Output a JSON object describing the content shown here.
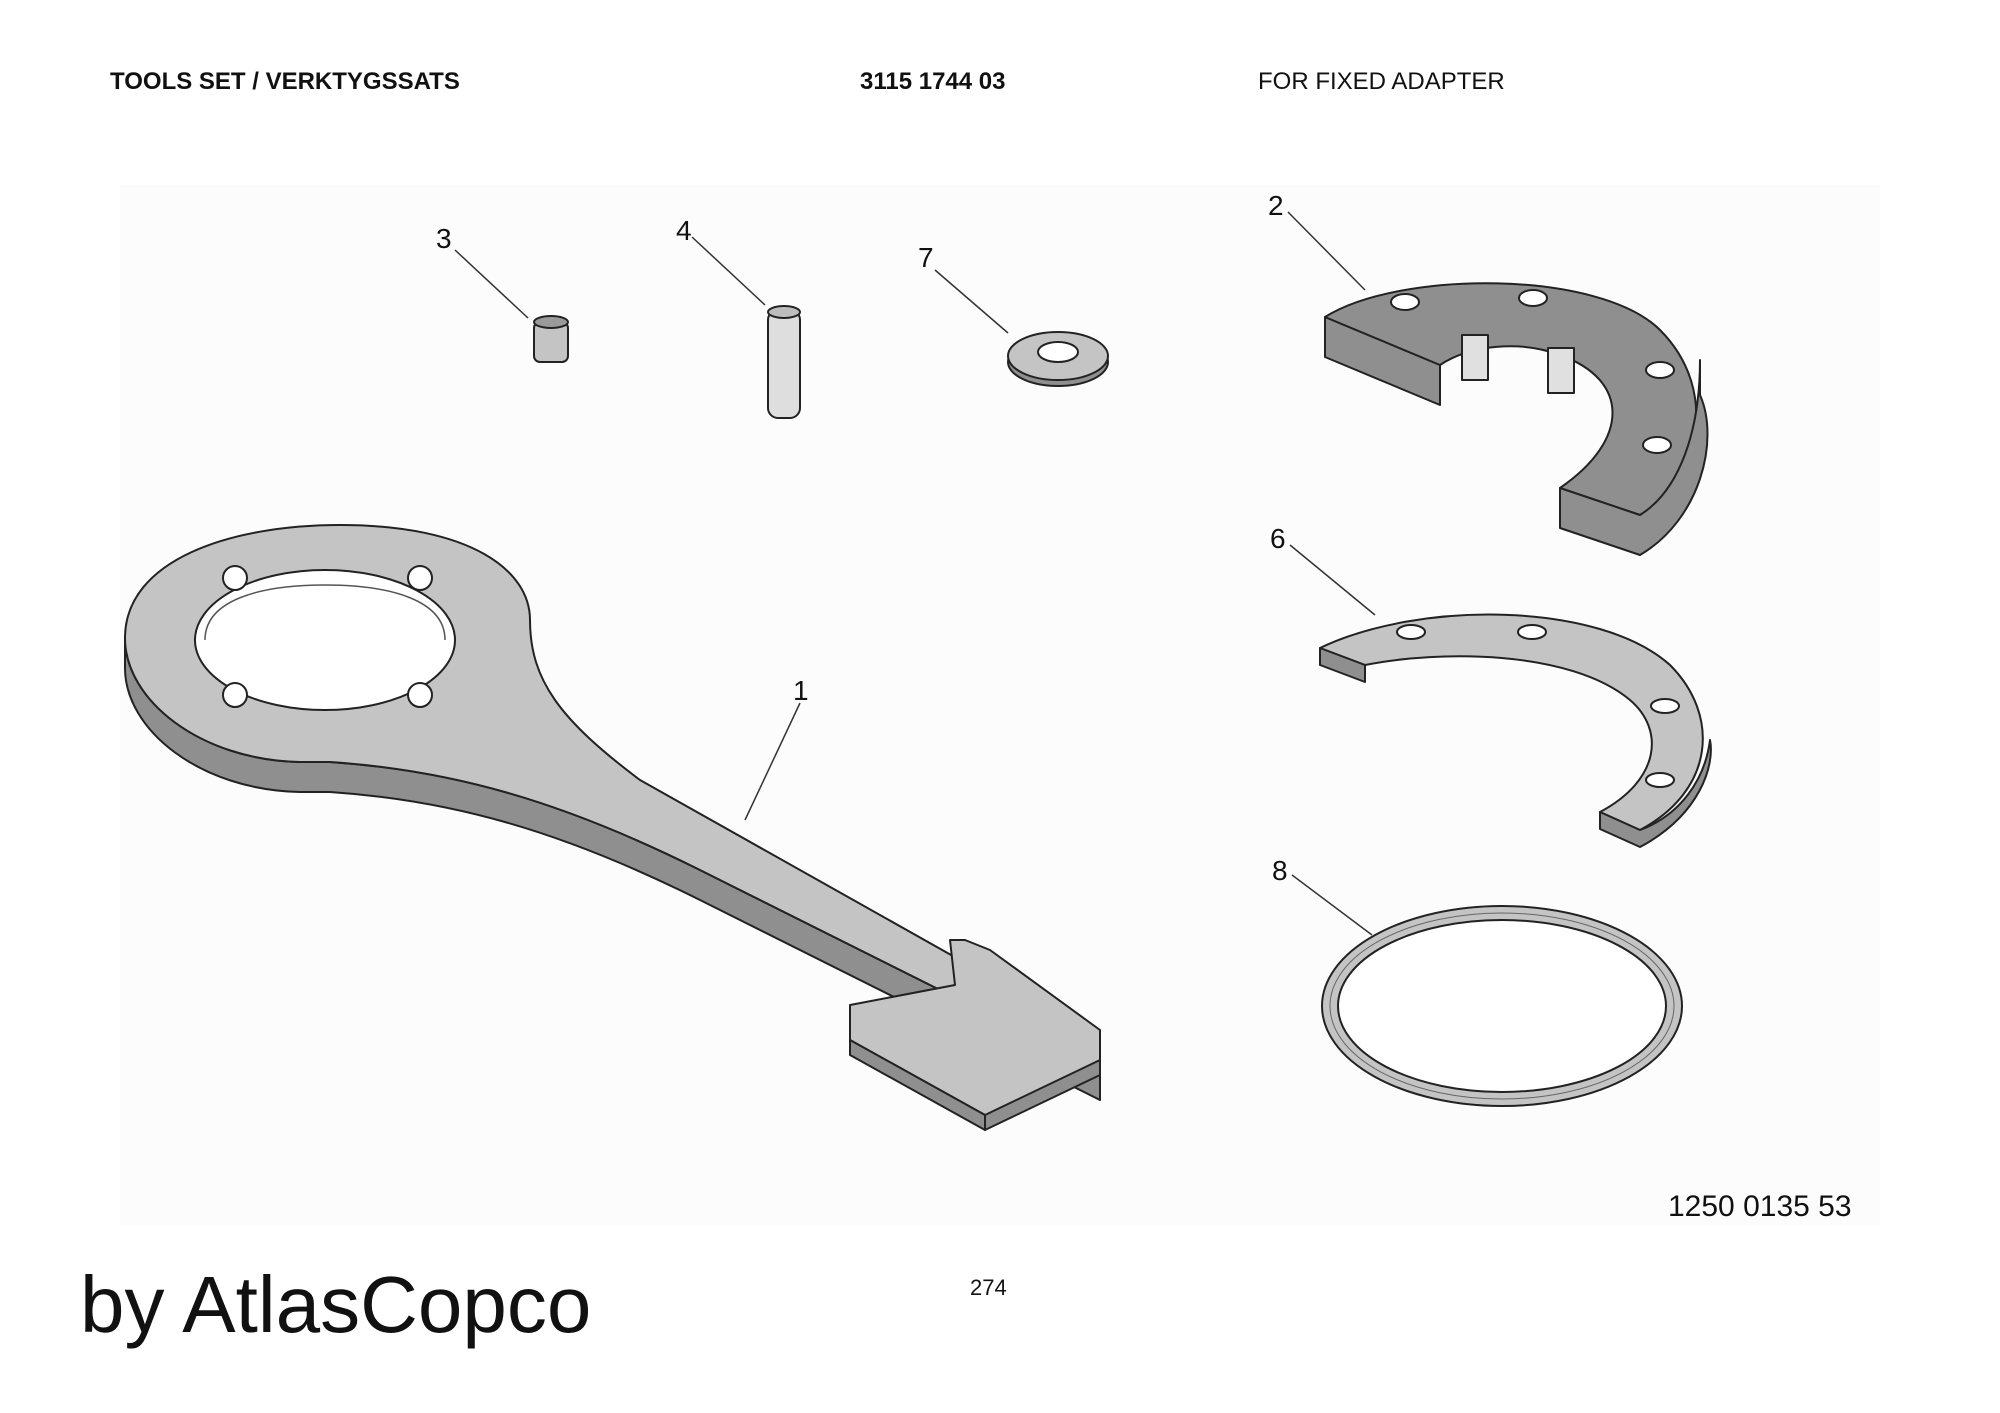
{
  "header": {
    "title": "TOOLS SET / VERKTYGSSATS",
    "part_number": "3115 1744 03",
    "subtitle": "FOR FIXED ADAPTER"
  },
  "parts": [
    {
      "callout": "1",
      "name": "wrench"
    },
    {
      "callout": "2",
      "name": "thick-segment-ring"
    },
    {
      "callout": "3",
      "name": "short-pin"
    },
    {
      "callout": "4",
      "name": "long-pin"
    },
    {
      "callout": "6",
      "name": "thin-segment-ring"
    },
    {
      "callout": "7",
      "name": "washer"
    },
    {
      "callout": "8",
      "name": "ring"
    }
  ],
  "footer": {
    "drawing_number": "1250 0135 53",
    "page_number": "274",
    "brand": "by AtlasCopco"
  },
  "colors": {
    "part_fill": "#c4c4c4",
    "part_dark": "#8a8a8a",
    "outline": "#222222",
    "panel_bg": "#fcfcfc"
  }
}
